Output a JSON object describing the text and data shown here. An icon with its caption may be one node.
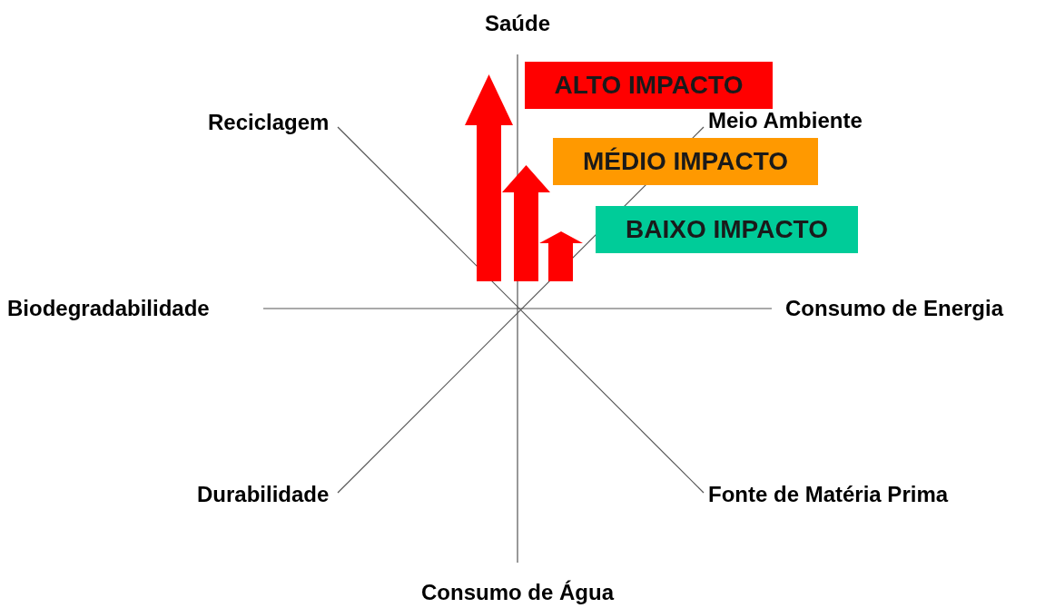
{
  "diagram": {
    "nodes": [
      {
        "text": [
          "ALTO IMPACTO"
        ]
      },
      {
        "text": [
          "MÉDIO IMPACTO"
        ]
      },
      {
        "text": [
          "BAIXO IMPACTO"
        ]
      }
    ],
    "labels": [
      "Saúde",
      "Reciclagem",
      "Meio Ambiente",
      "Biodegradabilidade",
      "Consumo de Energia",
      "Durabilidade",
      "Fonte de Matéria Prima",
      "Consumo de Água"
    ]
  }
}
